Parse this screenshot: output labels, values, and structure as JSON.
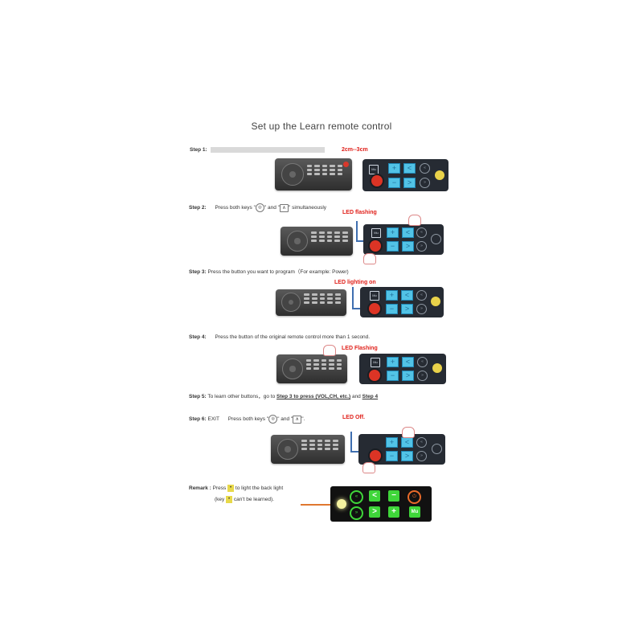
{
  "title": "Set up the Learn remote control",
  "step1": {
    "label": "Step 1:",
    "distance": "2cm--3cm"
  },
  "step2": {
    "label": "Step 2:",
    "text_a": "Press both keys \"",
    "text_b": "\" and \"",
    "text_c": "\" simultaneously",
    "key_a": "◎",
    "key_b": "∧",
    "led": "LED flashing"
  },
  "step3": {
    "label": "Step 3:",
    "text": "Press the button you want to program（For example: Power)",
    "led": "LED lighting on"
  },
  "step4": {
    "label": "Step 4:",
    "text": "Press the button of the original remote control more than 1 second.",
    "led": "LED Flashing"
  },
  "step5": {
    "label": "Step 5:",
    "text_a": "To learn other buttons，go to",
    "link_a": "Step 3 to press (VOL,CH, etc.)",
    "text_b": "and",
    "link_b": "Step 4"
  },
  "step6": {
    "label": "Step 6:",
    "text_a": "EXIT",
    "text_b": "Press both keys \"",
    "text_c": "\" and \"",
    "text_d": "\".",
    "key_a": "◎",
    "key_b": "∧",
    "led": "LED Off."
  },
  "remark": {
    "label": "Remark :",
    "line1_a": "Press",
    "line1_b": "to light the back light",
    "line2_a": "(key",
    "line2_b": "can't be learned).",
    "bulb": "•"
  },
  "icons": {
    "logo": "Mu",
    "vol_plus": "+",
    "vol_minus": "−",
    "ch_up": "<",
    "ch_down": ">",
    "rewind": "«",
    "forward": "»",
    "power": "⏻"
  },
  "colors": {
    "led_text": "#e0201a",
    "learn_key": "#52c3e6",
    "glow_key": "#3fd63a",
    "power_key": "#dc3425"
  }
}
